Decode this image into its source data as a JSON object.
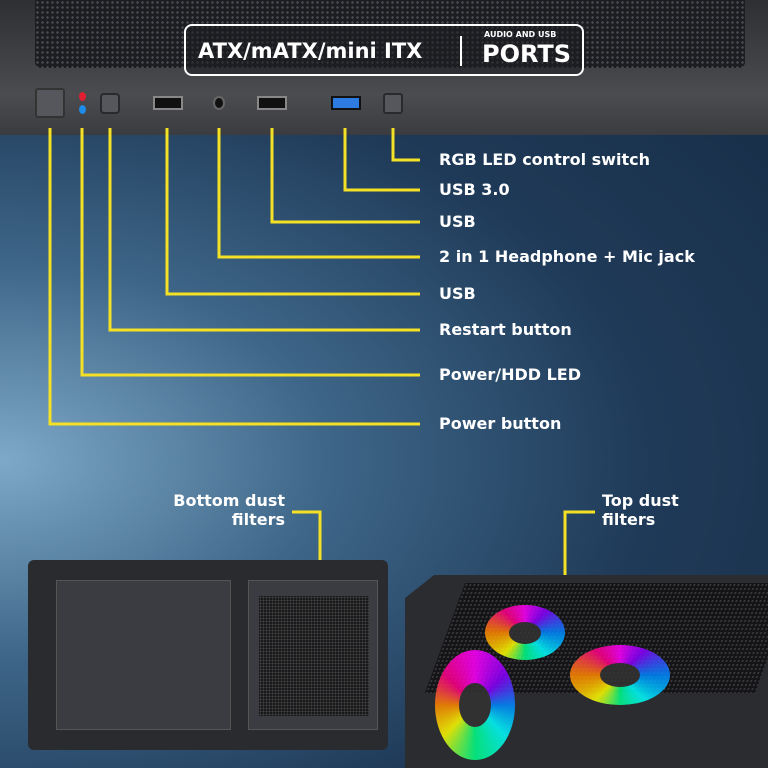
{
  "badge": {
    "form_factor": "ATX/mATX/mini ITX",
    "small": "AUDIO AND USB",
    "big": "PORTS"
  },
  "ports": [
    {
      "label": "RGB LED control switch"
    },
    {
      "label": "USB 3.0"
    },
    {
      "label": "USB"
    },
    {
      "label": "2 in 1 Headphone  + Mic jack"
    },
    {
      "label": "USB"
    },
    {
      "label": "Restart button"
    },
    {
      "label": "Power/HDD LED"
    },
    {
      "label": "Power button"
    }
  ],
  "callouts": {
    "bottom": [
      "Bottom dust",
      "filters"
    ],
    "top": [
      "Top dust",
      "filters"
    ]
  },
  "colors": {
    "leader": "#f4e024",
    "led_red": "#e02030",
    "led_blue": "#1e8ce8",
    "usb3": "#2d7be0"
  }
}
